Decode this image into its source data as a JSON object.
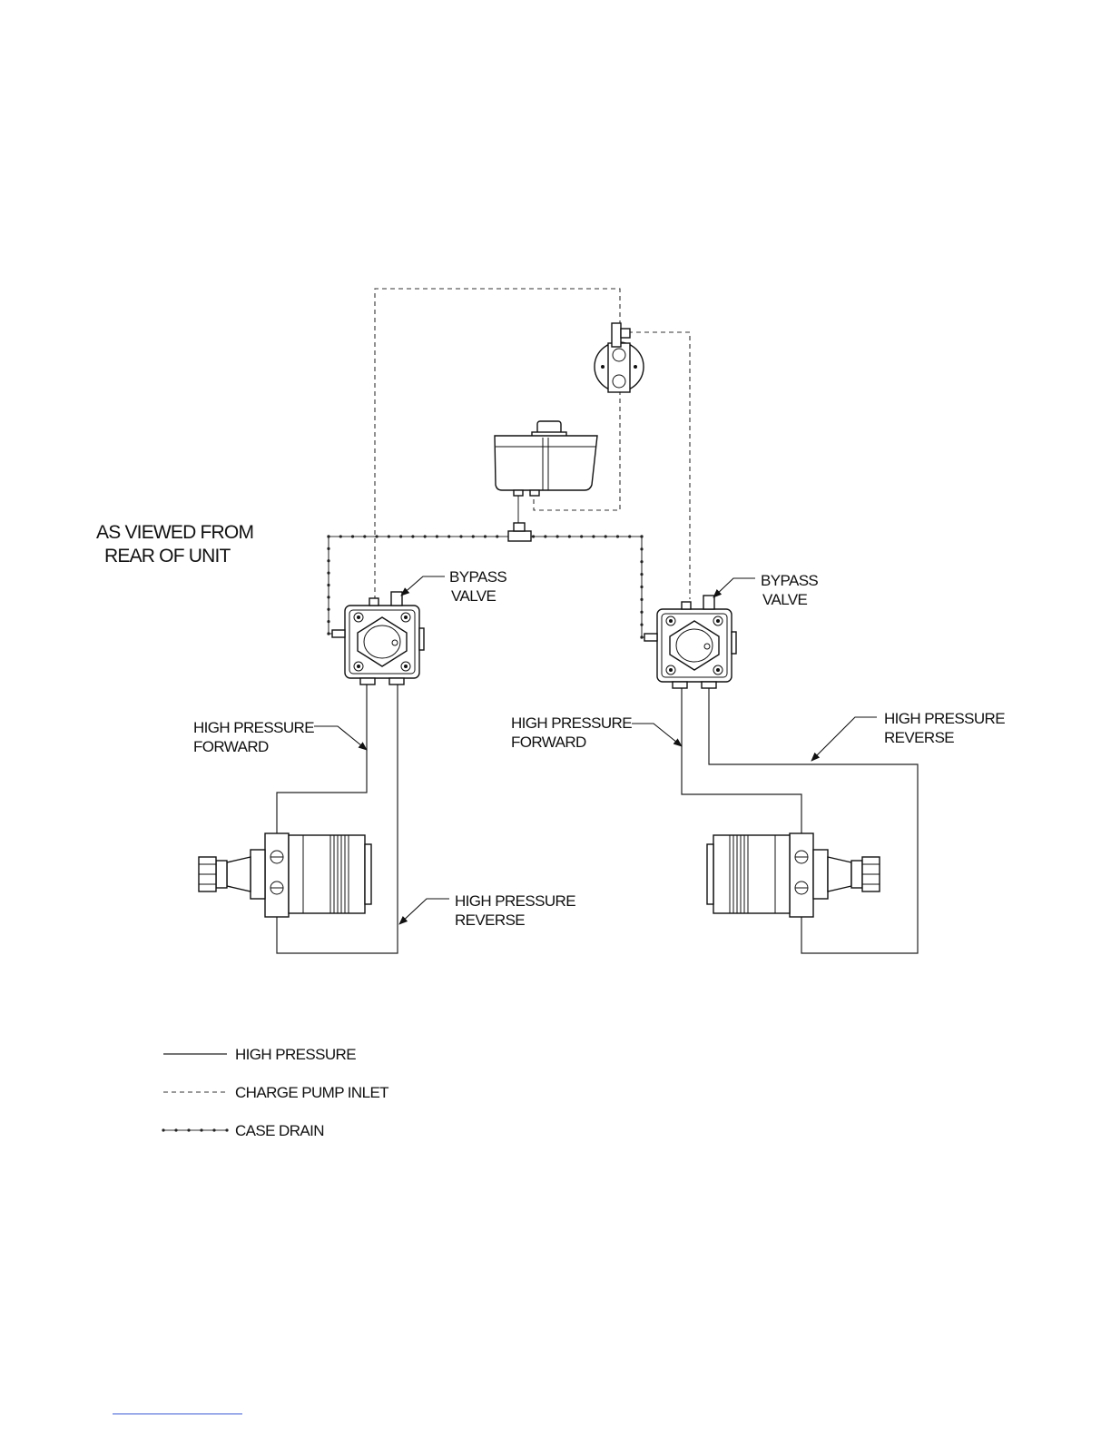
{
  "view_note": {
    "line1": "AS VIEWED FROM",
    "line2": "REAR OF UNIT"
  },
  "labels": {
    "bypass_left": {
      "line1": "BYPASS",
      "line2": "VALVE"
    },
    "bypass_right": {
      "line1": "BYPASS",
      "line2": "VALVE"
    },
    "hp_forward_left": {
      "line1": "HIGH PRESSURE",
      "line2": "FORWARD"
    },
    "hp_reverse_left": {
      "line1": "HIGH PRESSURE",
      "line2": "REVERSE"
    },
    "hp_forward_right": {
      "line1": "HIGH PRESSURE",
      "line2": "FORWARD"
    },
    "hp_reverse_right": {
      "line1": "HIGH PRESSURE",
      "line2": "REVERSE"
    }
  },
  "legend": [
    {
      "label": "HIGH PRESSURE",
      "style": "solid"
    },
    {
      "label": "CHARGE PUMP INLET",
      "style": "dashed"
    },
    {
      "label": "CASE DRAIN",
      "style": "dotted"
    }
  ]
}
